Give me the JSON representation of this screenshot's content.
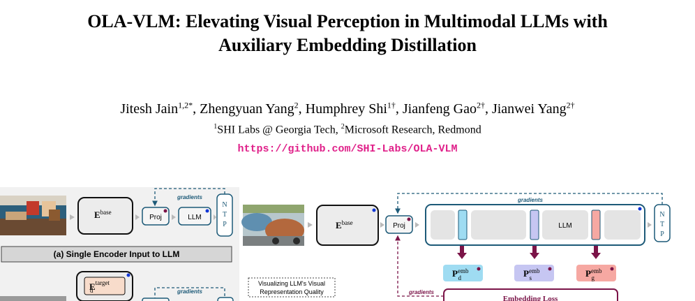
{
  "paper": {
    "title_line1": "OLA-VLM: Elevating Visual Perception in Multimodal LLMs with",
    "title_line2": "Auxiliary Embedding Distillation",
    "authors": [
      {
        "name": "Jitesh Jain",
        "sup": "1,2*"
      },
      {
        "name": "Zhengyuan Yang",
        "sup": "2"
      },
      {
        "name": "Humphrey Shi",
        "sup": "1†"
      },
      {
        "name": "Jianfeng Gao",
        "sup": "2†"
      },
      {
        "name": "Jianwei Yang",
        "sup": "2†"
      }
    ],
    "affiliations": [
      {
        "sup": "1",
        "text": "SHI Labs @ Georgia Tech, "
      },
      {
        "sup": "2",
        "text": "Microsoft Research, Redmond"
      }
    ],
    "url": "https://github.com/SHI-Labs/OLA-VLM"
  },
  "figure": {
    "gradients_label": "gradients",
    "e_letter": "E",
    "e_base_sup": "base",
    "e_target_sup": "target",
    "e_target_sub": "d",
    "proj_label": "Proj",
    "llm_label": "LLM",
    "ntp_letters": [
      "N",
      "T",
      "P"
    ],
    "caption_a": "(a)  Single Encoder Input to LLM",
    "viz_label_line1": "Visualizing LLM's Visual",
    "viz_label_line2": "Representation Quality",
    "p_letter": "P",
    "p_sup": "emb",
    "p_subs": [
      "d",
      "s",
      "g"
    ],
    "embedding_loss_label": "Embedding Loss",
    "colors": {
      "teal": "#1d5a78",
      "blue_token": "#9fdcf2",
      "lavender_token": "#c6c6f2",
      "pink_token": "#f6a8a2",
      "maroon": "#7b1448",
      "dot_blue": "#1237d6",
      "e_target_fill": "#f8dccb",
      "caption_gray": "#d6d6d6"
    }
  }
}
